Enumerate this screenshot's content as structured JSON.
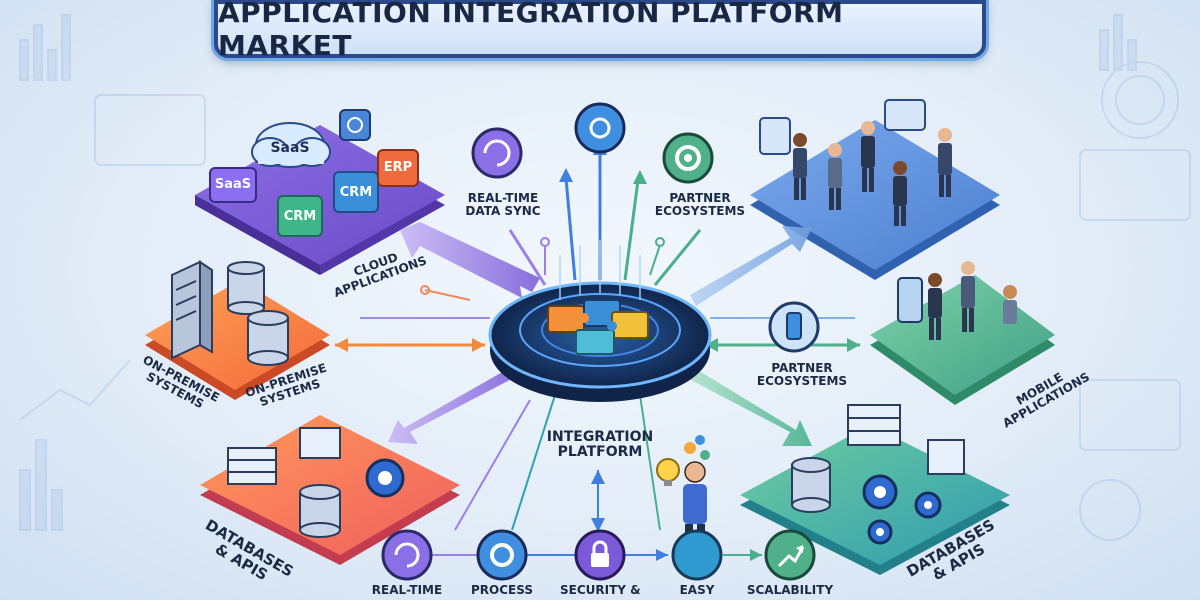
{
  "title": "APPLICATION INTEGRATION PLATFORM MARKET",
  "center_label": "INTEGRATION PLATFORM",
  "nodes": {
    "cloud": {
      "label": "CLOUD APPLICATIONS",
      "chips": {
        "saas_cloud": "SaaS",
        "saas": "SaaS",
        "crm1": "CRM",
        "crm2": "CRM",
        "erp": "ERP"
      }
    },
    "onprem": {
      "label": "ON-PREMISE SYSTEMS",
      "side_label": "ON-PREMISE SYSTEMS"
    },
    "databases_left": {
      "label": "DATABASES & APIS"
    },
    "databases_right": {
      "label": "DATABASES & APIS"
    },
    "mobile": {
      "label": "MOBILE APPLICATIONS"
    }
  },
  "features_top": {
    "realtime": "REAL-TIME DATA SYNC",
    "partner": "PARTNER ECOSYSTEMS"
  },
  "partner_mid": "PARTNER ECOSYSTEMS",
  "bottom_features": [
    "REAL-TIME",
    "PROCESS",
    "SECURITY &",
    "EASY",
    "SCALABILITY"
  ],
  "colors": {
    "title_border": "#2b4a8c",
    "purple": "#7a5ad8",
    "orange": "#f08a3c",
    "blue": "#5d8fd8",
    "green": "#4fb08a",
    "teal": "#2e9fb0",
    "navy": "#1f3a6a"
  },
  "icons": [
    "cloud-icon",
    "gear-icon",
    "database-icon",
    "server-icon",
    "puzzle-icon",
    "lock-icon",
    "lightbulb-icon",
    "mobile-icon",
    "chart-icon",
    "sync-icon",
    "people-icon"
  ]
}
